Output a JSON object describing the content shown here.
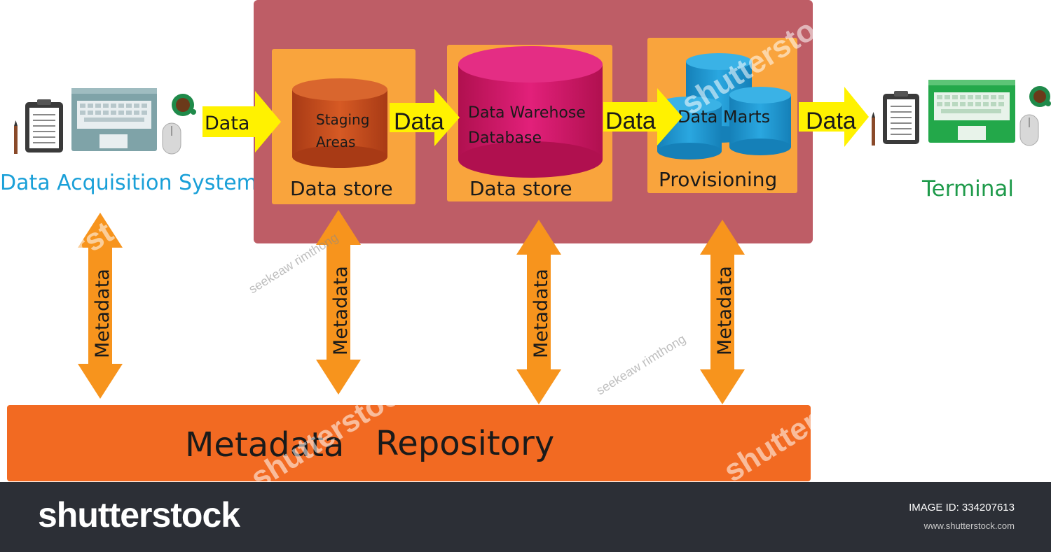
{
  "source": {
    "label": "Data Acquisition System",
    "label_color": "#1aa0d8"
  },
  "terminal": {
    "label": "Terminal",
    "label_color": "#1e9a4a"
  },
  "flow_arrows": [
    "Data",
    "Data",
    "Data",
    "Data"
  ],
  "warehouse": {
    "background_color": "#be5d66",
    "staging": {
      "cylinder_label_line1": "Staging",
      "cylinder_label_line2": "Areas",
      "caption": "Data store"
    },
    "core": {
      "cylinder_label_line1": "Data Warehose",
      "cylinder_label_line2": "Database",
      "caption": "Data store"
    },
    "marts": {
      "cylinder_label": "Data Marts",
      "caption": "Provisioning"
    }
  },
  "metadata_arrows": [
    "Metadata",
    "Metadata",
    "Metadata",
    "Metadata"
  ],
  "repository": {
    "word1": "Metadata",
    "word2": "Repository",
    "color": "#f26a22"
  },
  "watermark": {
    "brand": "shutterstock",
    "contributor": "seekeaw rimthong"
  },
  "footer": {
    "logo": "shutterstock",
    "image_id": "IMAGE ID: 334207613",
    "site": "www.shutterstock.com"
  },
  "colors": {
    "panel_orange": "#f9a43d",
    "arrow_yellow": "#fff200",
    "metadata_arrow": "#f7941d",
    "staging_cylinder": "#c94a1e",
    "core_cylinder": "#d21968",
    "marts_cylinder": "#1b92cc"
  },
  "icons": [
    "clipboard-icon",
    "laptop-icon",
    "coffee-cup-icon",
    "mouse-icon",
    "pencil-icon"
  ]
}
